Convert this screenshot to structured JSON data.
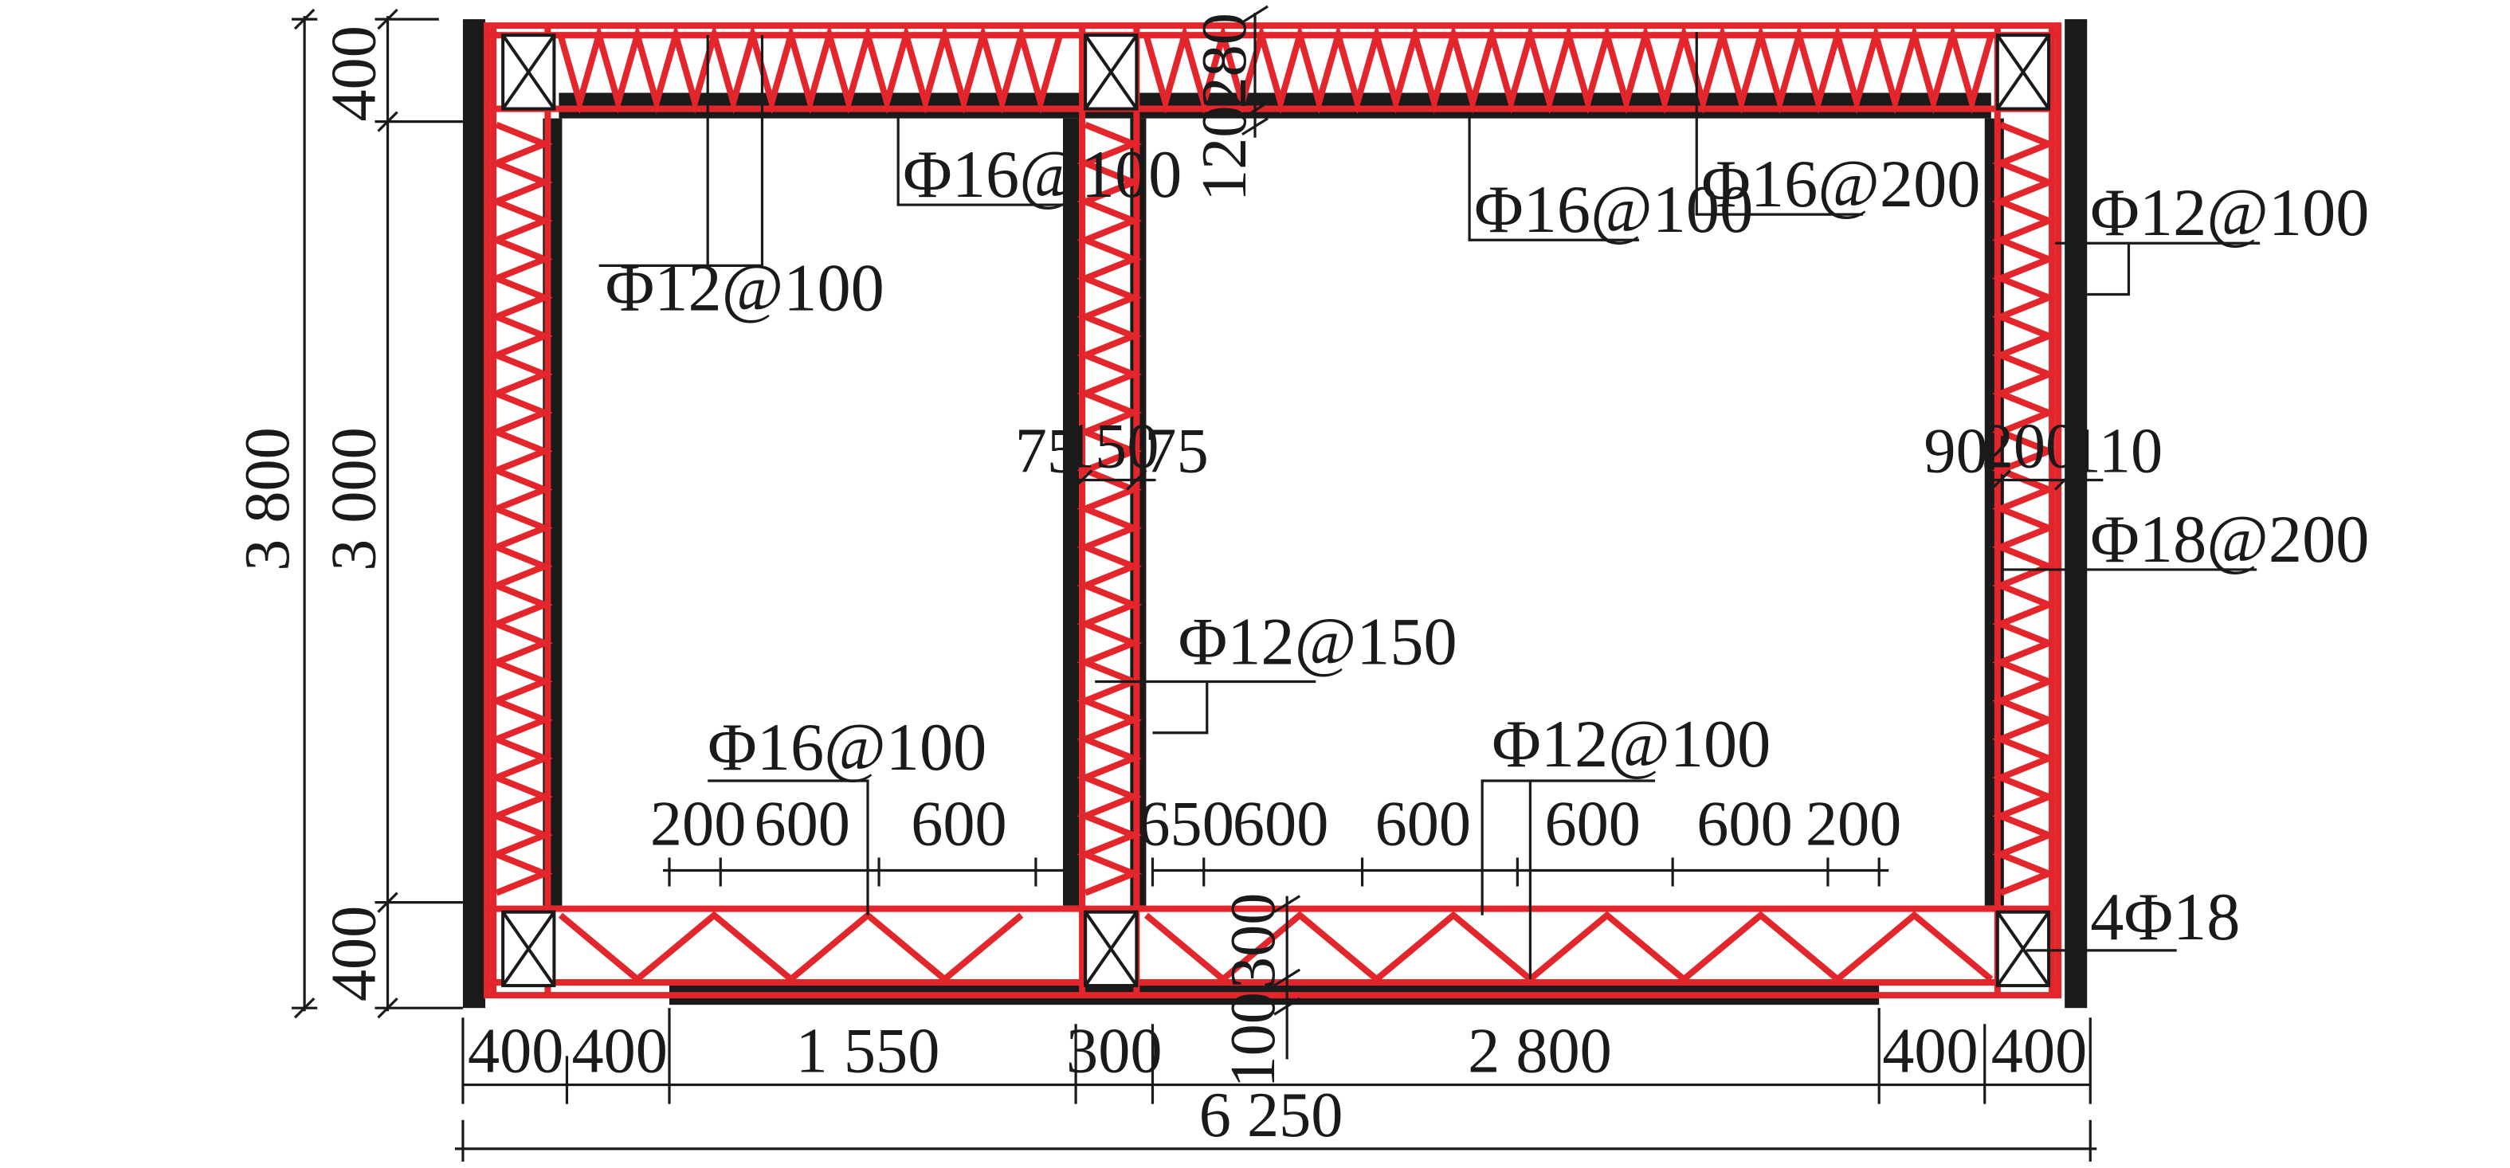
{
  "colors": {
    "concrete": "#1a1a1a",
    "rebar": "#e3262b",
    "line": "#1a1a1a",
    "background": "#ffffff"
  },
  "dimensions": {
    "left_total": "3 800",
    "left_top": "400",
    "left_mid": "3 000",
    "left_bottom": "400",
    "top_slab": "280",
    "top_cover": "120",
    "mid_wall_left": "75",
    "mid_wall_thk": "150",
    "mid_wall_right": "75",
    "right_wall_left": "90",
    "right_wall_thk": "200",
    "right_wall_right": "110",
    "bottom_slab": "300",
    "bottom_cover": "100",
    "bottom_row": [
      "400",
      "400",
      "1 550",
      "300",
      "2 800",
      "400",
      "400"
    ],
    "bottom_total": "6 250",
    "spacing_left": [
      "200",
      "600",
      "600"
    ],
    "spacing_right": [
      "650",
      "600",
      "600",
      "600",
      "600",
      "200"
    ]
  },
  "rebar_labels": {
    "top_left_outer": "Φ12@100",
    "top_left_inner": "Φ16@100",
    "top_right_inner": "Φ16@100",
    "top_right_outer": "Φ16@200",
    "right_wall_outer": "Φ12@100",
    "right_wall_inner": "Φ18@200",
    "mid_wall": "Φ12@150",
    "bottom_left": "Φ16@100",
    "bottom_right": "Φ12@100",
    "corner_bars": "4Φ18"
  }
}
